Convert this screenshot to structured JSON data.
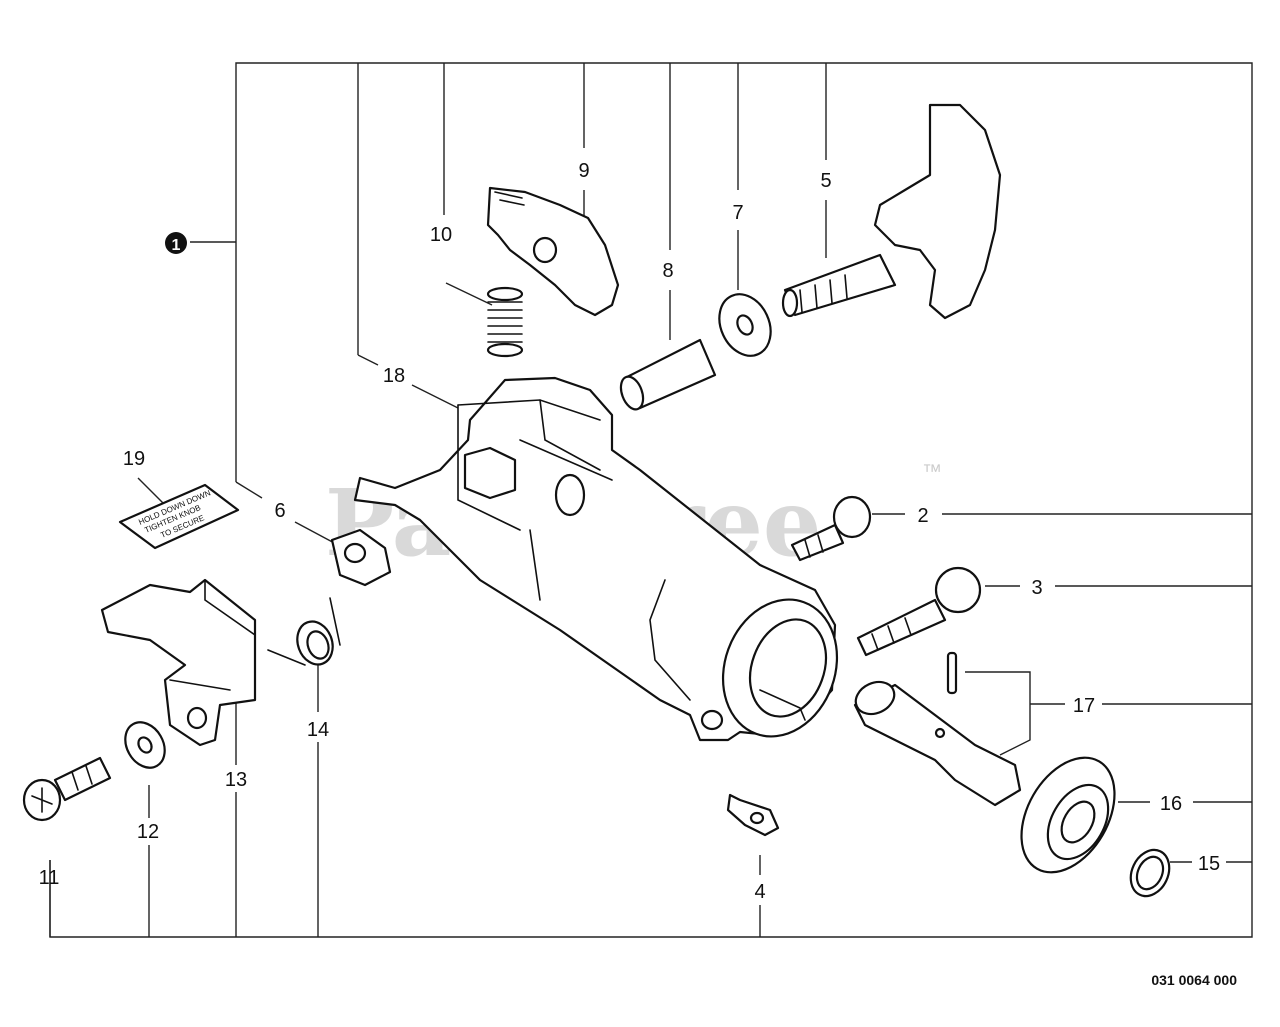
{
  "watermark": {
    "text": "PartsTree",
    "tm": "™"
  },
  "doc_number": "031 0064 000",
  "assembly_marker": "1",
  "callouts": [
    "2",
    "3",
    "4",
    "5",
    "6",
    "7",
    "8",
    "9",
    "10",
    "11",
    "12",
    "13",
    "14",
    "15",
    "16",
    "17",
    "18",
    "19"
  ],
  "decal_text": [
    "HOLD DOWN DOWN",
    "TIGHTEN KNOB",
    "TO SECURE"
  ]
}
